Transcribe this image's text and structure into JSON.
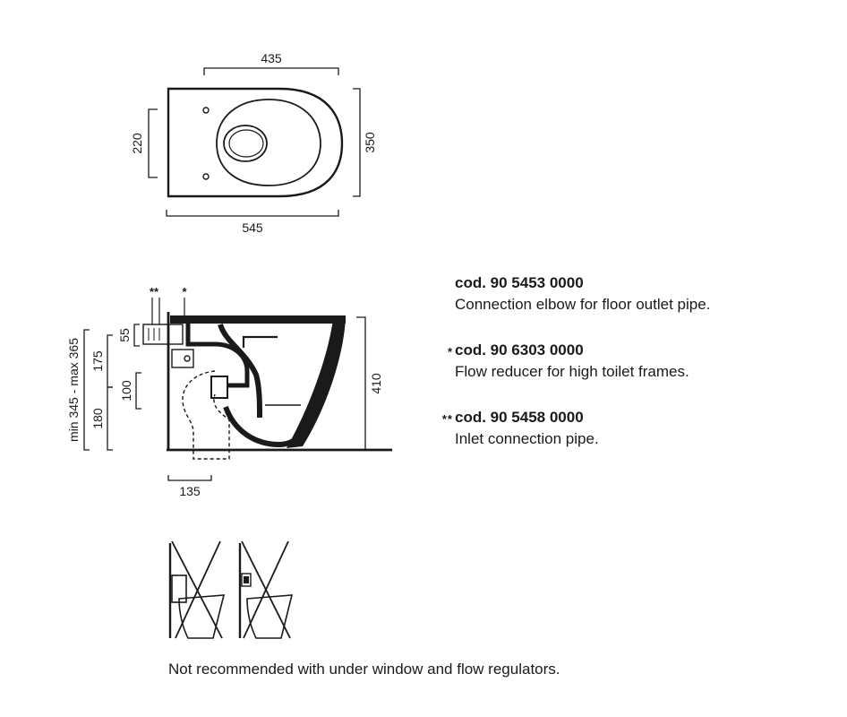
{
  "top_view": {
    "dims": {
      "width_top": "435",
      "width_bottom": "545",
      "height_left": "220",
      "height_right": "350"
    }
  },
  "side_view": {
    "markers": {
      "double_star": "**",
      "single_star": "*"
    },
    "dims": {
      "d55": "55",
      "d175": "175",
      "d180": "180",
      "d100": "100",
      "range": "min 345 - max 365",
      "d410": "410",
      "d135": "135"
    }
  },
  "legend": [
    {
      "marker": "",
      "code": "cod. 90 5453 0000",
      "description": "Connection elbow for floor outlet pipe."
    },
    {
      "marker": "*",
      "code": "cod. 90 6303 0000",
      "description": "Flow reducer for high toilet frames."
    },
    {
      "marker": "**",
      "code": "cod. 90 5458 0000",
      "description": "Inlet connection pipe."
    }
  ],
  "footer": {
    "note": "Not recommended with under window and flow regulators."
  }
}
